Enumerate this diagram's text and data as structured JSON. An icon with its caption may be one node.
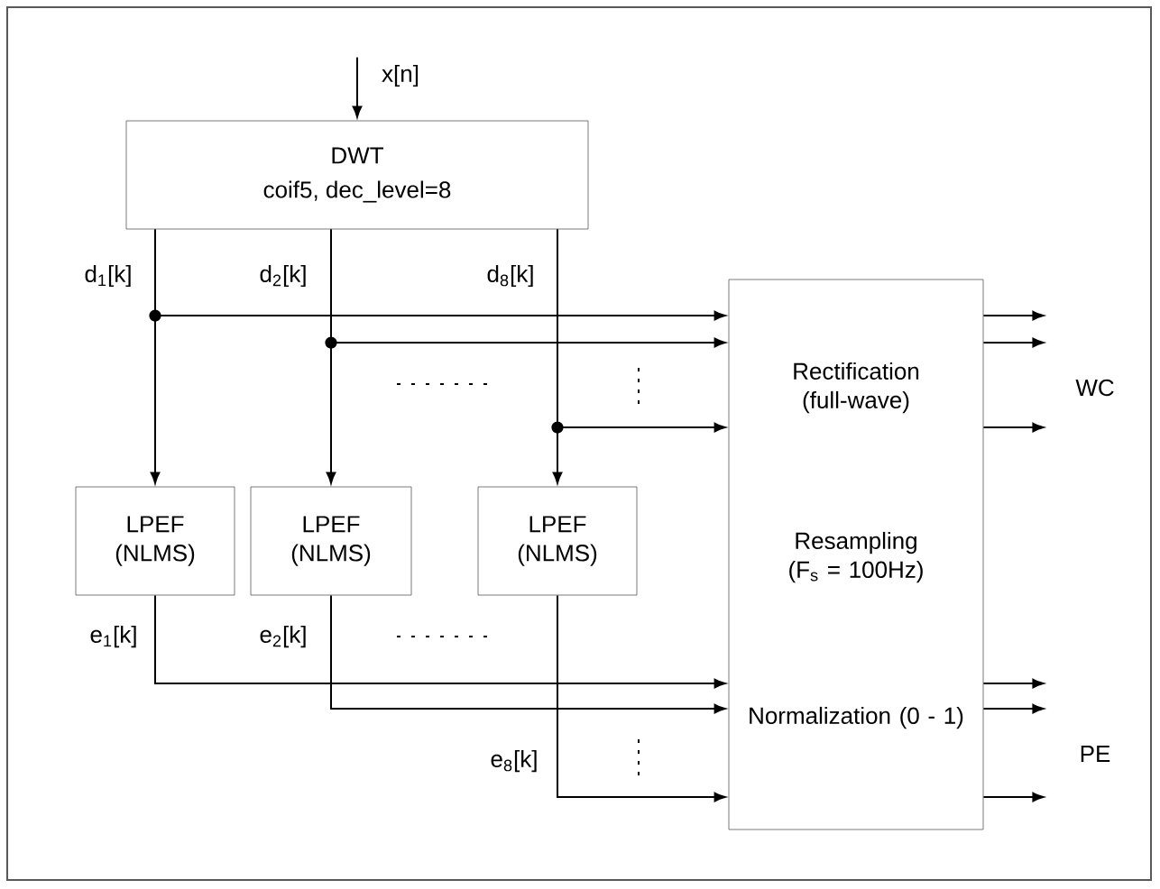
{
  "diagram": {
    "nodes": [
      {
        "text": [
          "DWT",
          "coif5, dec_level=8"
        ]
      },
      {
        "text": [
          "LPEF (NLMS)"
        ]
      },
      {
        "text": [
          "LPEF (NLMS)"
        ]
      },
      {
        "text": [
          "LPEF (NLMS)"
        ]
      },
      {
        "text": [
          "Rectification (full-wave)",
          "Resampling (F$_{s}$ = 100Hz)",
          "Normalization (0 - 1)"
        ]
      }
    ],
    "edges": [
      {
        "from": null,
        "to": 0,
        "arrow": "to",
        "label": "x[n]"
      },
      {
        "from": 0,
        "to": 1,
        "arrow": "to",
        "label": "d$_{1}$[k]"
      },
      {
        "from": 0,
        "to": 2,
        "arrow": "to",
        "label": "d$_{2}$[k]"
      },
      {
        "from": 0,
        "to": 3,
        "arrow": "to",
        "label": "d$_{8}$[k]"
      },
      {
        "from": 0,
        "to": 4,
        "arrow": "to"
      },
      {
        "from": 0,
        "to": 4,
        "arrow": "to"
      },
      {
        "from": 0,
        "to": 4,
        "arrow": "to"
      },
      {
        "from": 1,
        "to": 4,
        "arrow": "to",
        "label": "e$_{1}$[k]"
      },
      {
        "from": 2,
        "to": 4,
        "arrow": "to",
        "label": "e$_{2}$[k]"
      },
      {
        "from": 3,
        "to": 4,
        "arrow": "to",
        "label": "e$_{8}$[k]"
      },
      {
        "from": 4,
        "to": null,
        "arrow": "to"
      },
      {
        "from": 4,
        "to": null,
        "arrow": "to"
      },
      {
        "from": 4,
        "to": null,
        "arrow": "to"
      },
      {
        "from": 4,
        "to": null,
        "arrow": "to"
      },
      {
        "from": 4,
        "to": null,
        "arrow": "to"
      },
      {
        "from": 4,
        "to": null,
        "arrow": "to"
      }
    ],
    "labels": [
      "WC",
      "PE"
    ]
  }
}
